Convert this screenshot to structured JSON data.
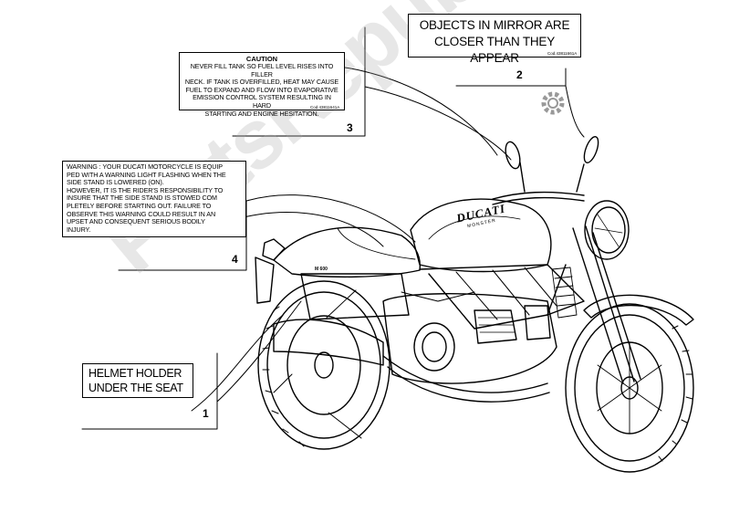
{
  "callouts": [
    {
      "number": "1",
      "text": "HELMET HOLDER\nUNDER THE SEAT"
    },
    {
      "number": "2",
      "text": "OBJECTS IN MIRROR ARE\nCLOSER THAN THEY APPEAR",
      "code": "Cod.43811661A"
    },
    {
      "number": "3",
      "title": "CAUTION",
      "text": "NEVER FILL TANK SO FUEL LEVEL RISES INTO FILLER\nNECK. IF TANK IS OVERFILLED, HEAT MAY CAUSE\nFUEL TO EXPAND AND FLOW INTO EVAPORATIVE\nEMISSION CONTROL SYSTEM RESULTING IN HARD\nSTARTING AND ENGINE HESITATION.",
      "code": "Cod.43811641A"
    },
    {
      "number": "4",
      "text": "WARNING : YOUR DUCATI MOTORCYCLE IS EQUIP\nPED WITH A WARNING LIGHT FLASHING WHEN THE\nSIDE STAND IS LOWERED (ON).\nHOWEVER, IT IS THE RIDER'S RESPONSIBILITY TO\nINSURE THAT THE SIDE STAND IS STOWED COM\nPLETELY BEFORE STARTING OUT. FAILURE TO\nOBSERVE THIS WARNING COULD RESULT IN AN\nUPSET AND CONSEQUENT SERIOUS BODILY\nINJURY."
    }
  ],
  "tank_brand": "DUCATI",
  "tank_model": "MONSTER",
  "side_label": "M 600",
  "watermark": "PartsRepublik",
  "colors": {
    "line": "#000000",
    "watermark": "#aaaaaa"
  }
}
